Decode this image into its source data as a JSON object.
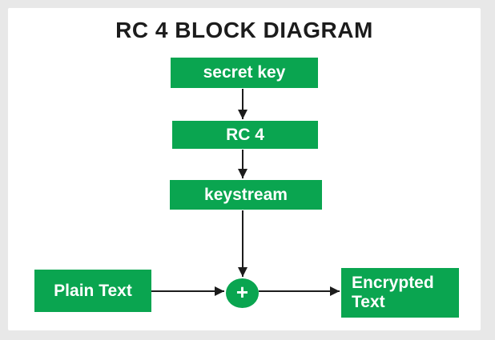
{
  "title": "RC 4 BLOCK DIAGRAM",
  "colors": {
    "node_fill": "#0aa550",
    "node_text": "#ffffff",
    "connector": "#1c1c1c",
    "title_text": "#1c1c1c",
    "canvas_bg": "#ffffff",
    "outer_bg": "#e8e8e8"
  },
  "nodes": {
    "secret_key": {
      "label": "secret key"
    },
    "rc4": {
      "label": "RC 4"
    },
    "keystream": {
      "label": "keystream"
    },
    "plain_text": {
      "label": "Plain Text"
    },
    "xor": {
      "label": "+"
    },
    "encrypted_text": {
      "label": "Encrypted Text"
    }
  },
  "edges": [
    {
      "from": "secret_key",
      "to": "rc4"
    },
    {
      "from": "rc4",
      "to": "keystream"
    },
    {
      "from": "keystream",
      "to": "xor"
    },
    {
      "from": "plain_text",
      "to": "xor"
    },
    {
      "from": "xor",
      "to": "encrypted_text"
    }
  ]
}
